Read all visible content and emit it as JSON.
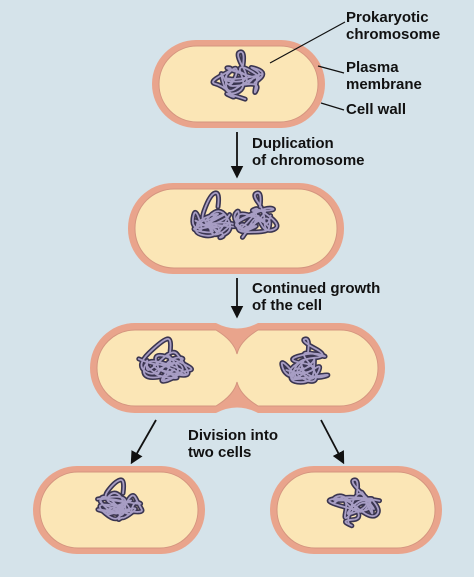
{
  "labels": {
    "prokaryotic_chromosome": [
      "Prokaryotic",
      "chromosome"
    ],
    "plasma_membrane": [
      "Plasma",
      "membrane"
    ],
    "cell_wall": "Cell wall"
  },
  "steps": {
    "duplication": [
      "Duplication",
      "of chromosome"
    ],
    "continued_growth": [
      "Continued growth",
      "of the cell"
    ],
    "division": [
      "Division into",
      "two cells"
    ]
  },
  "colors": {
    "background": "#d5e3ea",
    "cell_wall": "#e9a48c",
    "cytoplasm": "#fbe6b6",
    "chromosome_fill": "#3a3550",
    "chromosome_strand": "#a79dc4",
    "text": "#111111"
  }
}
